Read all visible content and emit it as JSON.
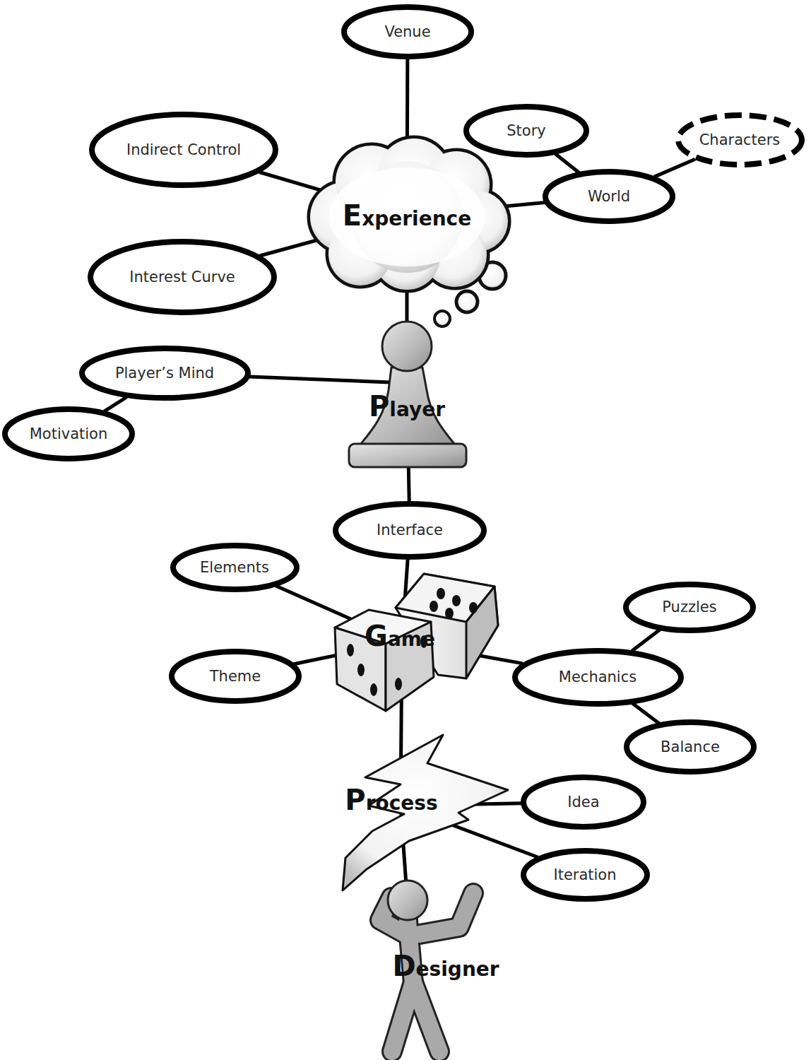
{
  "diagram": {
    "nodes": [
      {
        "text": [
          "Venue"
        ]
      },
      {
        "text": [
          "Story"
        ]
      },
      {
        "text": [
          "Characters"
        ]
      },
      {
        "text": [
          "Indirect Control"
        ]
      },
      {
        "text": [
          "Experience"
        ]
      },
      {
        "text": [
          "World"
        ]
      },
      {
        "text": [
          "Interest Curve"
        ]
      },
      {
        "text": [
          "Player’s Mind"
        ]
      },
      {
        "text": [
          "Player"
        ]
      },
      {
        "text": [
          "Motivation"
        ]
      },
      {
        "text": [
          "Interface"
        ]
      },
      {
        "text": [
          "Elements"
        ]
      },
      {
        "text": [
          "Puzzles"
        ]
      },
      {
        "text": [
          "Game"
        ]
      },
      {
        "text": [
          "Theme"
        ]
      },
      {
        "text": [
          "Mechanics"
        ]
      },
      {
        "text": [
          "Balance"
        ]
      },
      {
        "text": [
          "Process"
        ]
      },
      {
        "text": [
          "Idea"
        ]
      },
      {
        "text": [
          "Iteration"
        ]
      },
      {
        "text": [
          "Designer"
        ]
      }
    ],
    "edges": [
      {
        "from": 0,
        "to": 4,
        "arrow": "none"
      },
      {
        "from": 3,
        "to": 4,
        "arrow": "none"
      },
      {
        "from": 4,
        "to": 5,
        "arrow": "none"
      },
      {
        "from": 1,
        "to": 5,
        "arrow": "none"
      },
      {
        "from": 5,
        "to": 2,
        "arrow": "none"
      },
      {
        "from": 6,
        "to": 4,
        "arrow": "none"
      },
      {
        "from": 4,
        "to": 8,
        "arrow": "none"
      },
      {
        "from": 7,
        "to": 8,
        "arrow": "none"
      },
      {
        "from": 9,
        "to": 7,
        "arrow": "none"
      },
      {
        "from": 8,
        "to": 10,
        "arrow": "none"
      },
      {
        "from": 10,
        "to": 13,
        "arrow": "none"
      },
      {
        "from": 11,
        "to": 13,
        "arrow": "none"
      },
      {
        "from": 14,
        "to": 13,
        "arrow": "none"
      },
      {
        "from": 13,
        "to": 15,
        "arrow": "none"
      },
      {
        "from": 12,
        "to": 15,
        "arrow": "none"
      },
      {
        "from": 15,
        "to": 16,
        "arrow": "none"
      },
      {
        "from": 13,
        "to": 17,
        "arrow": "none"
      },
      {
        "from": 17,
        "to": 18,
        "arrow": "none"
      },
      {
        "from": 17,
        "to": 19,
        "arrow": "none"
      },
      {
        "from": 17,
        "to": 20,
        "arrow": "none"
      }
    ]
  }
}
